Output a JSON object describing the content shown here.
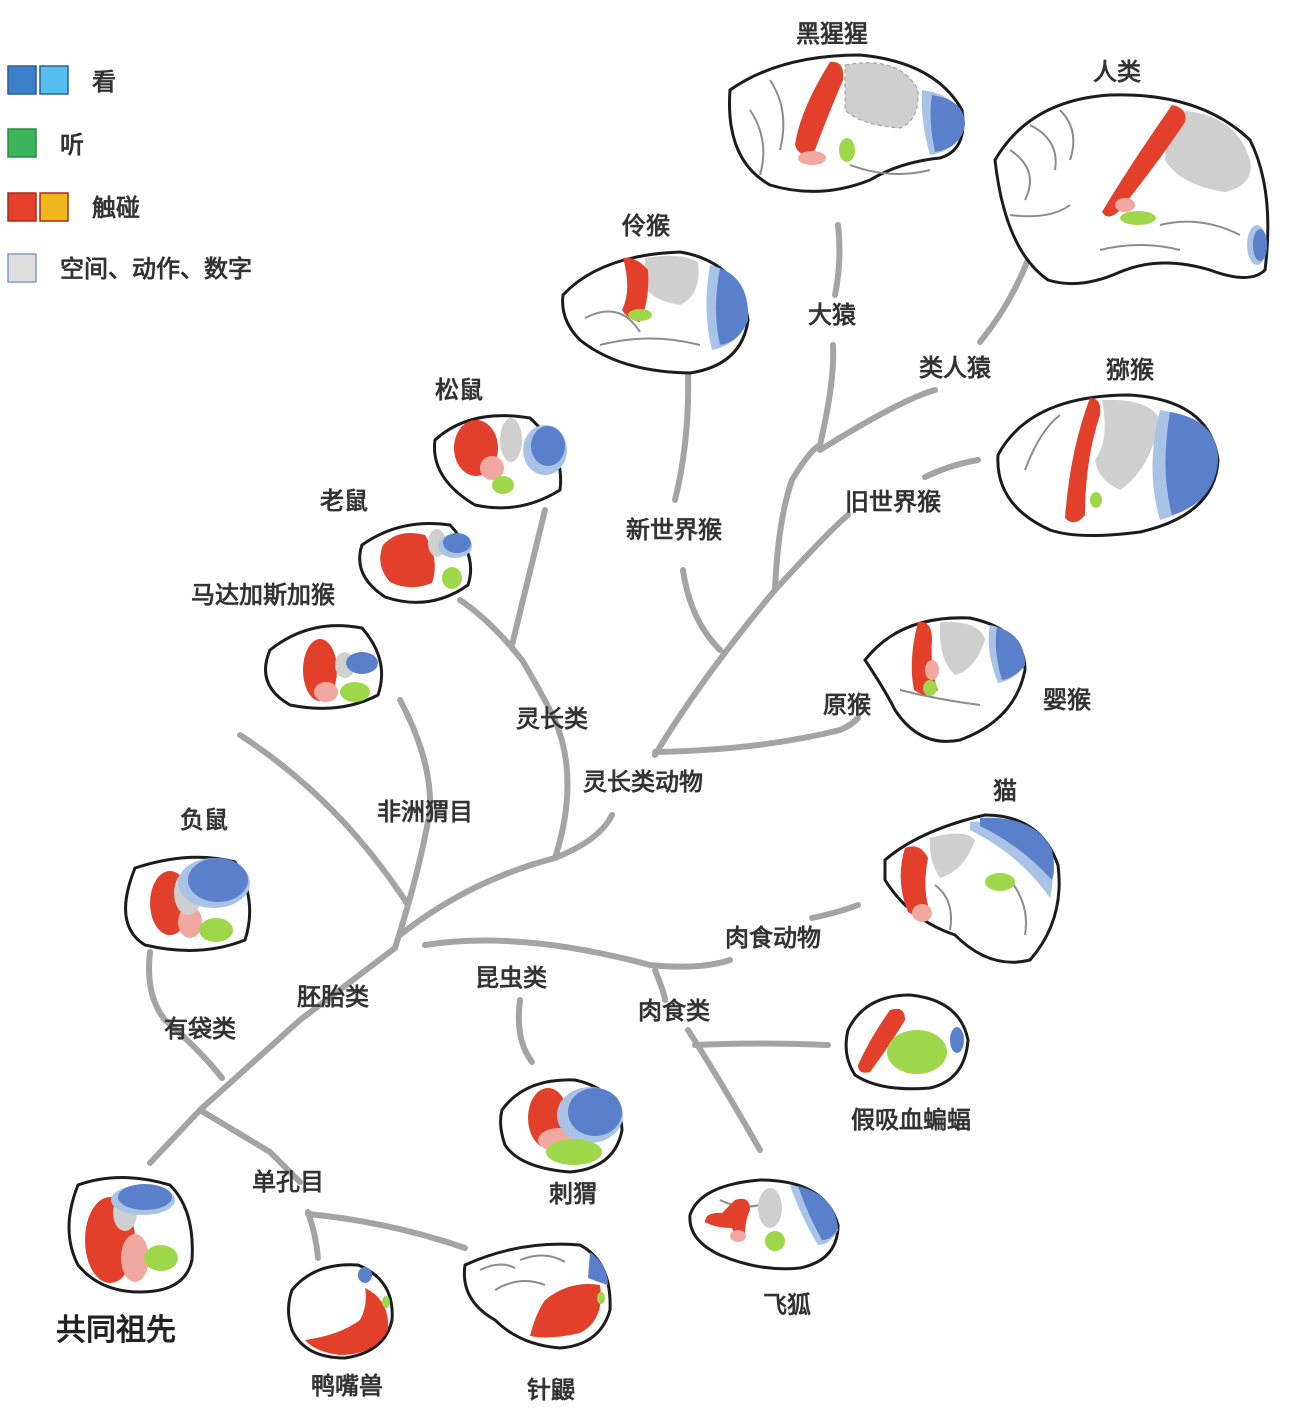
{
  "legend": [
    {
      "label": "看",
      "colors": [
        "#3a7fc8",
        "#55c0ee"
      ]
    },
    {
      "label": "听",
      "colors": [
        "#3cb55a"
      ]
    },
    {
      "label": "触碰",
      "colors": [
        "#e5402b",
        "#f3b71e"
      ]
    },
    {
      "label": "空间、动作、数字",
      "colors": [
        "#dedede"
      ]
    }
  ],
  "colors": {
    "vision": "#5a7fcb",
    "vision_light": "#a9c3e6",
    "hearing": "#9ed84a",
    "touch": "#e2402a",
    "touch_light": "#f1a8a0",
    "association": "#cfcfcf",
    "branch": "#a4a4a4"
  },
  "species": {
    "chimpanzee": "黑猩猩",
    "human": "人类",
    "gibbon": "伶猴",
    "macaque": "猕猴",
    "squirrel": "松鼠",
    "rat": "老鼠",
    "galago": "婴猴",
    "aye_aye": "马达加斯加猴",
    "opossum": "负鼠",
    "cat": "猫",
    "false_vampire_bat": "假吸血蝙蝠",
    "hedgehog": "刺猬",
    "flying_fox": "飞狐",
    "platypus": "鸭嘴兽",
    "echidna": "针鼹",
    "ancestor": "共同祖先"
  },
  "clades": {
    "great_apes": "大猿",
    "hominoids": "类人猿",
    "new_world_monkeys": "新世界猴",
    "old_world_monkeys": "旧世界猴",
    "prosimians": "原猴",
    "primates": "灵长类",
    "primate_animals": "灵长类动物",
    "afrotheria": "非洲猬目",
    "marsupials": "有袋类",
    "placentals": "胚胎类",
    "insectivores": "昆虫类",
    "carnivores": "肉食类",
    "carnivorous_animals": "肉食动物",
    "monotremes": "单孔目"
  }
}
